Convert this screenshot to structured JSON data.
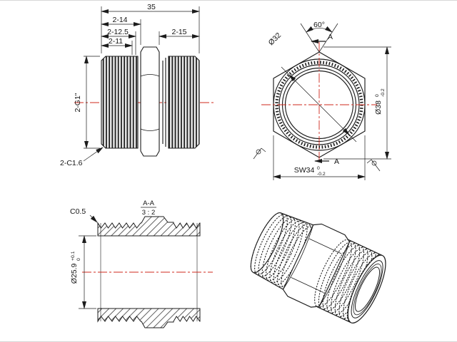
{
  "drawing": {
    "line_color": "#1c1c1c",
    "centerline_color": "#cf2a1d",
    "side_view": {
      "dim_overall": "35",
      "dim_len_a": "2-14",
      "dim_len_b": "2-12.5",
      "dim_len_c": "2-11",
      "dim_len_d": "2-15",
      "thread_label": "2-G1\"",
      "chamfer_note": "2-C1.6"
    },
    "hex_view": {
      "angle": "60°",
      "section_marker_top": "A",
      "section_marker_bottom": "A",
      "dim_thread_od": "Ø32",
      "across_corners": {
        "value": "Ø38",
        "tol_upper": "0",
        "tol_lower": "-0.2"
      },
      "across_flats": {
        "value": "SW34",
        "tol_upper": "0",
        "tol_lower": "-0.2"
      }
    },
    "section_view": {
      "title": "A-A",
      "scale": "3 : 2",
      "chamfer_note": "C0.5",
      "bore": {
        "value": "Ø25.9",
        "tol_upper": "+0.1",
        "tol_lower": "0"
      }
    }
  }
}
